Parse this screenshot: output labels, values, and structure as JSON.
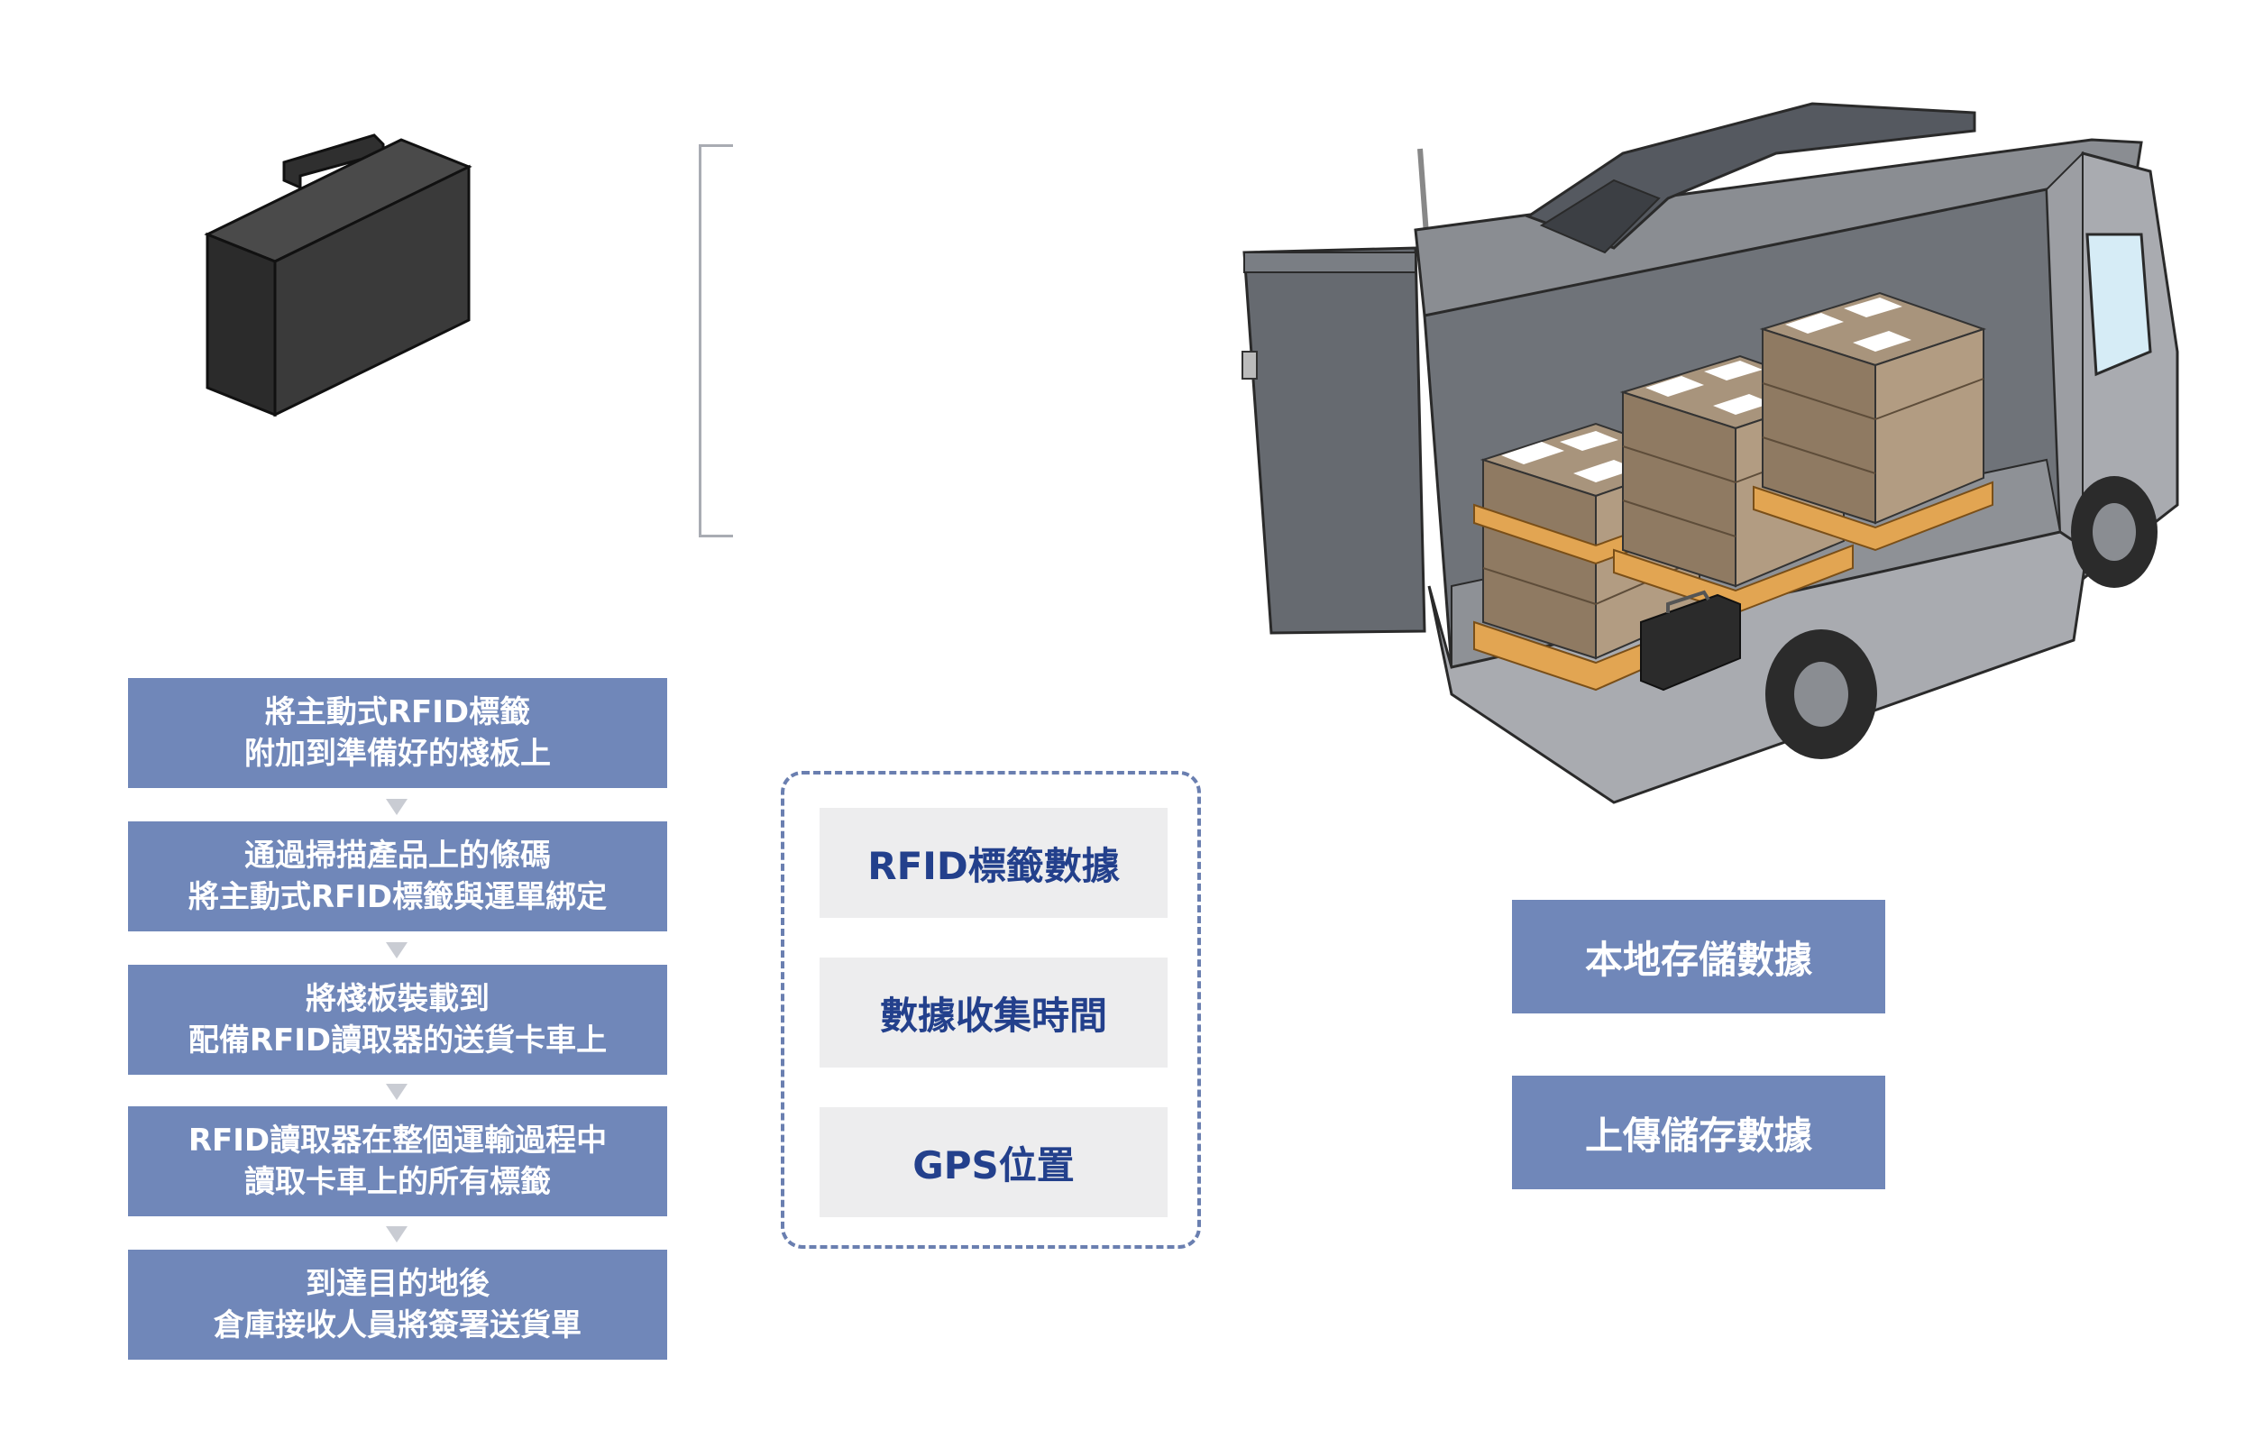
{
  "steps": [
    {
      "line1": "將主動式RFID標籤",
      "line2": "附加到準備好的棧板上"
    },
    {
      "line1": "通過掃描產品上的條碼",
      "line2": "將主動式RFID標籤與運單綁定"
    },
    {
      "line1": "將棧板裝載到",
      "line2": "配備RFID讀取器的送貨卡車上"
    },
    {
      "line1": "RFID讀取器在整個運輸過程中",
      "line2": "讀取卡車上的所有標籤"
    },
    {
      "line1": "到達目的地後",
      "line2": "倉庫接收人員將簽署送貨單"
    }
  ],
  "data_items": [
    "RFID標籤數據",
    "數據收集時間",
    "GPS位置"
  ],
  "storage": [
    "本地存儲數據",
    "上傳儲存數據"
  ],
  "colors": {
    "step_bg": "#7087b9",
    "data_text": "#23408c",
    "data_bg": "#ededee",
    "panel_border": "#6a7fb0"
  },
  "icons": [
    "rfid-reader-icon",
    "delivery-truck-icon"
  ]
}
